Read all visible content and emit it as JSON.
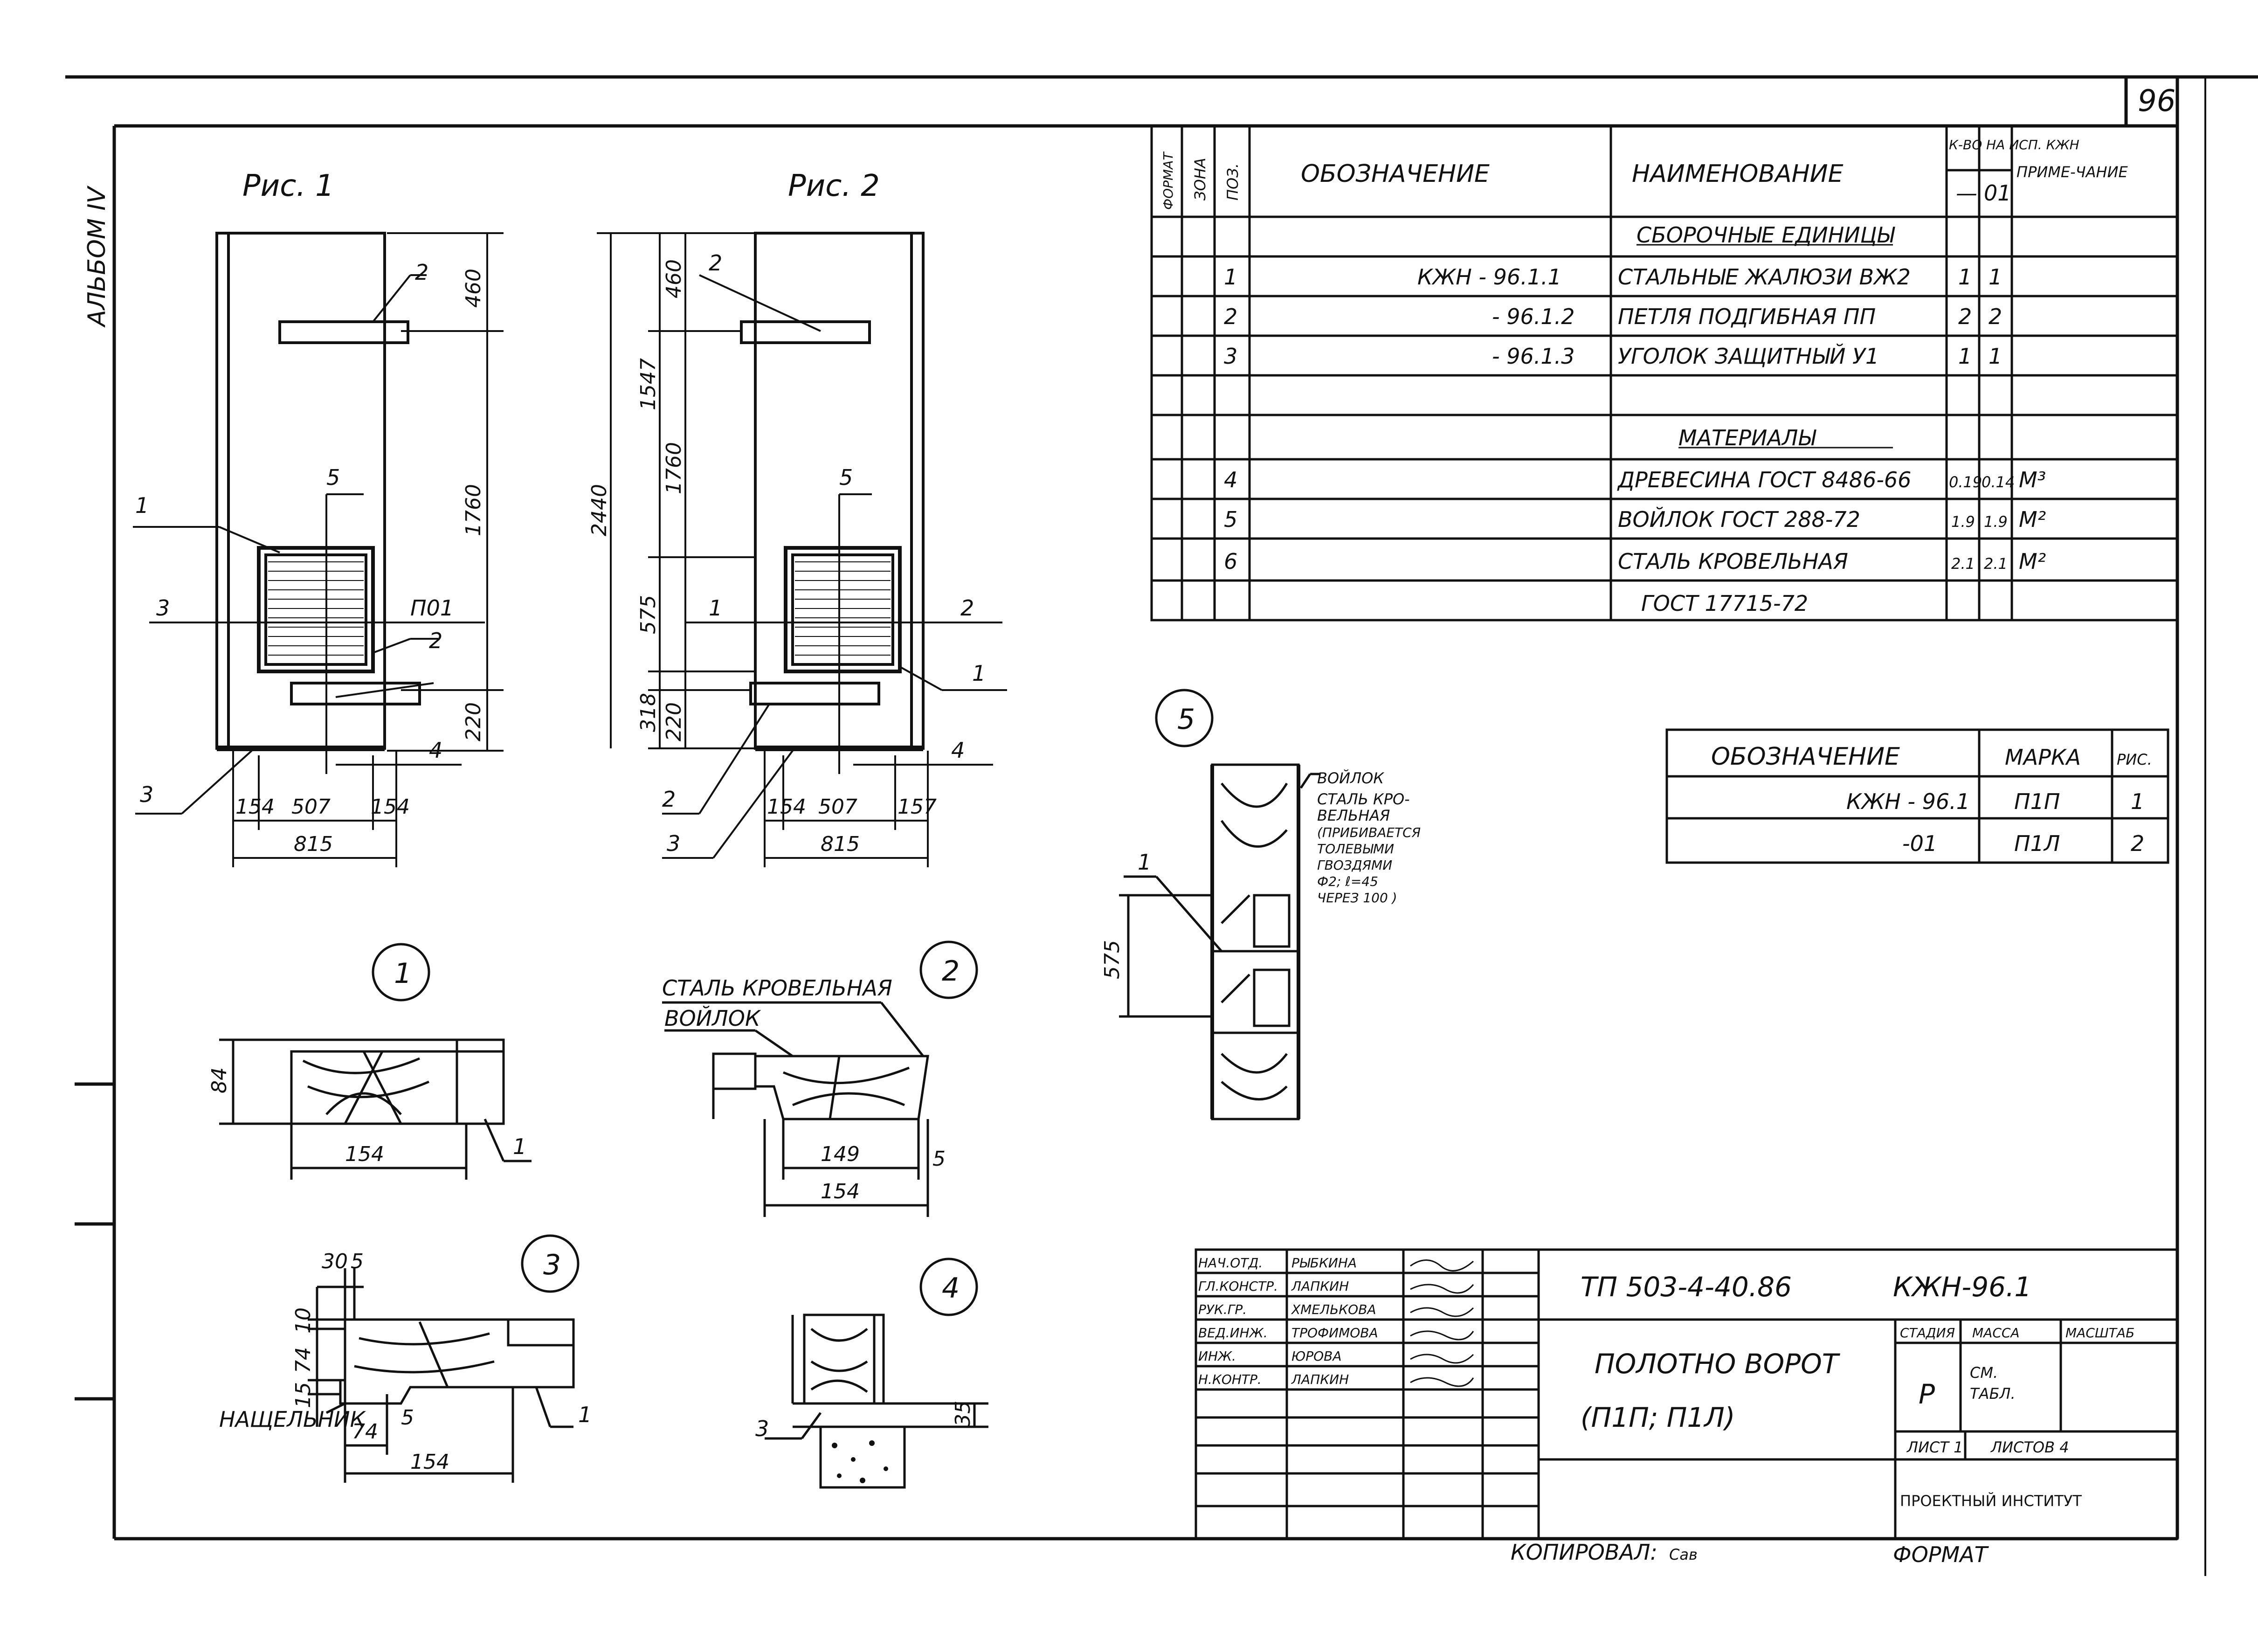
{
  "sheet": {
    "page_number": "96",
    "album": "АЛЬБОМ IV",
    "copied_by": "КОПИРОВАЛ:",
    "copier_signature": "Сав",
    "format_label": "ФОРМАТ"
  },
  "figures": {
    "fig1": {
      "title": "Рис. 1",
      "leaders": [
        "1",
        "2",
        "3",
        "2",
        "3",
        "4",
        "5"
      ],
      "note_p01": "П01",
      "dims": [
        "460",
        "1760",
        "220",
        "154",
        "507",
        "154",
        "815"
      ]
    },
    "fig2": {
      "title": "Рис. 2",
      "leaders": [
        "2",
        "5",
        "1",
        "2",
        "1",
        "2",
        "3",
        "4"
      ],
      "dims": [
        "2440",
        "1547",
        "460",
        "1760",
        "575",
        "318",
        "220",
        "154",
        "507",
        "157",
        "815"
      ]
    }
  },
  "sections": {
    "s1": {
      "label": "1",
      "dims": [
        "84",
        "154"
      ],
      "leader": "1"
    },
    "s2": {
      "label": "2",
      "text1": "СТАЛЬ КРОВЕЛЬНАЯ",
      "text2": "ВОЙЛОК",
      "dims": [
        "149",
        "154",
        "5"
      ]
    },
    "s3": {
      "label": "3",
      "dims": [
        "30",
        "5",
        "10",
        "74",
        "15",
        "74",
        "5",
        "154"
      ],
      "text": "НАЩЕЛЬНИК",
      "leader": "1"
    },
    "s4": {
      "label": "4",
      "dims": [
        "35"
      ],
      "leader": "3"
    },
    "s5": {
      "label": "5",
      "note": [
        "ВОЙЛОК",
        "СТАЛЬ КРО-",
        "ВЕЛЬНАЯ",
        "(ПРИБИВАЕТСЯ",
        "ТОЛЕВЫМИ",
        "ГВОЗДЯМИ",
        "Ф2; ℓ=45",
        "ЧЕРЕЗ 100 )"
      ],
      "dims": [
        "575"
      ],
      "leader": "1"
    }
  },
  "spec_table": {
    "headers": {
      "format": "ФОРМАТ",
      "zone": "ЗОНА",
      "pos": "ПОЗ.",
      "designation": "ОБОЗНАЧЕНИЕ",
      "name": "НАИМЕНОВАНИЕ",
      "qty": "К-ВО НА ИСП. КЖН",
      "qty_a": "—",
      "qty_b": "01",
      "note": "ПРИМЕ-ЧАНИЕ"
    },
    "section_assemblies": "СБОРОЧНЫЕ ЕДИНИЦЫ",
    "section_materials": "МАТЕРИАЛЫ",
    "rows": [
      {
        "pos": "1",
        "designation": "КЖН - 96.1.1",
        "name": "СТАЛЬНЫЕ ЖАЛЮЗИ ВЖ2",
        "qa": "1",
        "qb": "1",
        "note": ""
      },
      {
        "pos": "2",
        "designation": "- 96.1.2",
        "name": "ПЕТЛЯ ПОДГИБНАЯ ПП",
        "qa": "2",
        "qb": "2",
        "note": ""
      },
      {
        "pos": "3",
        "designation": "- 96.1.3",
        "name": "УГОЛОК ЗАЩИТНЫЙ У1",
        "qa": "1",
        "qb": "1",
        "note": ""
      },
      {
        "pos": "4",
        "designation": "",
        "name": "ДРЕВЕСИНА ГОСТ 8486-66",
        "qa": "0.19",
        "qb": "0.14",
        "note": "М³"
      },
      {
        "pos": "5",
        "designation": "",
        "name": "ВОЙЛОК ГОСТ 288-72",
        "qa": "1.9",
        "qb": "1.9",
        "note": "М²"
      },
      {
        "pos": "6",
        "designation": "",
        "name": "СТАЛЬ КРОВЕЛЬНАЯ",
        "qa": "2.1",
        "qb": "2.1",
        "note": "М²"
      },
      {
        "pos": "",
        "designation": "",
        "name": "ГОСТ 17715-72",
        "qa": "",
        "qb": "",
        "note": ""
      }
    ]
  },
  "marks_table": {
    "headers": {
      "designation": "ОБОЗНАЧЕНИЕ",
      "mark": "МАРКА",
      "fig": "РИС."
    },
    "rows": [
      {
        "designation": "КЖН - 96.1",
        "mark": "П1П",
        "fig": "1"
      },
      {
        "designation": "-01",
        "mark": "П1Л",
        "fig": "2"
      }
    ]
  },
  "title_block": {
    "roles": [
      {
        "role": "НАЧ.ОТД.",
        "name": "РЫБКИНА"
      },
      {
        "role": "ГЛ.КОНСТР.",
        "name": "ЛАПКИН"
      },
      {
        "role": "РУК.ГР.",
        "name": "ХМЕЛЬКОВА"
      },
      {
        "role": "ВЕД.ИНЖ.",
        "name": "ТРОФИМОВА"
      },
      {
        "role": "ИНЖ.",
        "name": "ЮРОВА"
      },
      {
        "role": "Н.КОНТР.",
        "name": "ЛАПКИН"
      }
    ],
    "project_code": "ТП 503-4-40.86",
    "doc_code": "КЖН-96.1",
    "title_line1": "ПОЛОТНО ВОРОТ",
    "title_line2": "(П1П; П1Л)",
    "stage_label": "СТАДИЯ",
    "mass_label": "МАССА",
    "scale_label": "МАСШТАБ",
    "stage": "Р",
    "mass_line1": "СМ.",
    "mass_line2": "ТАБЛ.",
    "sheet_label": "ЛИСТ 1",
    "sheets_label": "ЛИСТОВ 4",
    "institute": "ПРОЕКТНЫЙ ИНСТИТУТ"
  }
}
